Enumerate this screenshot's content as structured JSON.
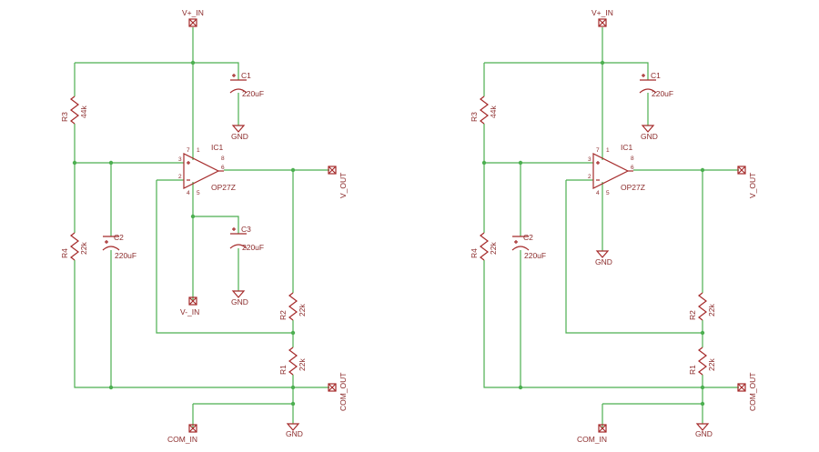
{
  "left": {
    "vplus": "V+_IN",
    "vminus": "V-_IN",
    "vout": "V_OUT",
    "comout": "COM_OUT",
    "comin": "COM_IN",
    "ic_name": "IC1",
    "ic_value": "OP27Z",
    "c1_name": "C1",
    "c1_value": "220uF",
    "c2_name": "C2",
    "c2_value": "220uF",
    "c3_name": "C3",
    "c3_value": "220uF",
    "r1_name": "R1",
    "r1_value": "22k",
    "r2_name": "R2",
    "r2_value": "22k",
    "r3_name": "R3",
    "r3_value": "44k",
    "r4_name": "R4",
    "r4_value": "22k",
    "gnd": "GND",
    "pins": {
      "p1": "1",
      "p2": "2",
      "p3": "3",
      "p4": "4",
      "p5": "5",
      "p6": "6",
      "p7": "7",
      "p8": "8"
    }
  },
  "right": {
    "vplus": "V+_IN",
    "vout": "V_OUT",
    "comout": "COM_OUT",
    "comin": "COM_IN",
    "ic_name": "IC1",
    "ic_value": "OP27Z",
    "c1_name": "C1",
    "c1_value": "220uF",
    "c2_name": "C2",
    "c2_value": "220uF",
    "r1_name": "R1",
    "r1_value": "22k",
    "r2_name": "R2",
    "r2_value": "22k",
    "r3_name": "R3",
    "r3_value": "44k",
    "r4_name": "R4",
    "r4_value": "22k",
    "gnd": "GND",
    "pins": {
      "p1": "1",
      "p2": "2",
      "p3": "3",
      "p4": "4",
      "p5": "5",
      "p6": "6",
      "p7": "7",
      "p8": "8"
    }
  }
}
